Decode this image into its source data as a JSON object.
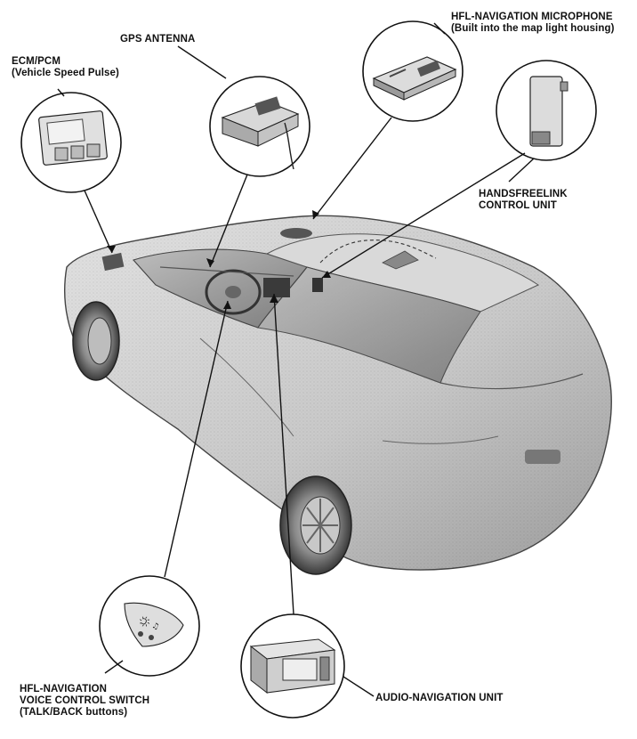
{
  "labels": {
    "ecm": {
      "line1": "ECM/PCM",
      "line2": "(Vehicle Speed Pulse)"
    },
    "gps": {
      "line1": "GPS ANTENNA"
    },
    "mic": {
      "line1": "HFL-NAVIGATION MICROPHONE",
      "line2": "(Built into the map light housing)"
    },
    "hfl": {
      "line1": "HANDSFREELINK",
      "line2": "CONTROL UNIT"
    },
    "switch": {
      "line1": "HFL-NAVIGATION",
      "line2": "VOICE CONTROL SWITCH",
      "line3": "(TALK/BACK buttons)"
    },
    "audio": {
      "line1": "AUDIO-NAVIGATION UNIT"
    }
  },
  "colors": {
    "ink": "#111111",
    "car_fill": "#d4d4d4",
    "car_shade": "#a9a9a9",
    "part_fill": "#e6e6e6"
  }
}
